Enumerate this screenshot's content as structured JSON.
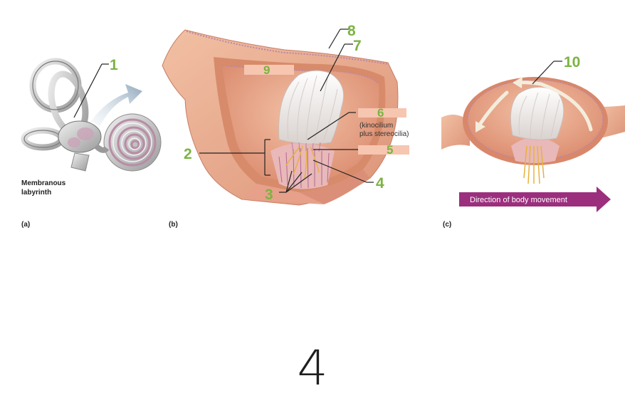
{
  "labels": {
    "n1": "1",
    "n2": "2",
    "n3": "3",
    "n4": "4",
    "n5": "5",
    "n6": "6",
    "n7": "7",
    "n8": "8",
    "n9": "9",
    "n10": "10"
  },
  "captions": {
    "membranous_line1": "Membranous",
    "membranous_line2": "labyrinth",
    "kinocilium_line1": "(kinocilium",
    "kinocilium_line2": "plus stereocilia)",
    "panel_a": "(a)",
    "panel_b": "(b)",
    "panel_c": "(c)",
    "direction": "Direction of body movement"
  },
  "answer": "4",
  "colors": {
    "label_green": "#7cb342",
    "tissue": "#e8a98a",
    "blank_box": "#f6c6b0",
    "arrow_purple": "#9b2f7d"
  }
}
